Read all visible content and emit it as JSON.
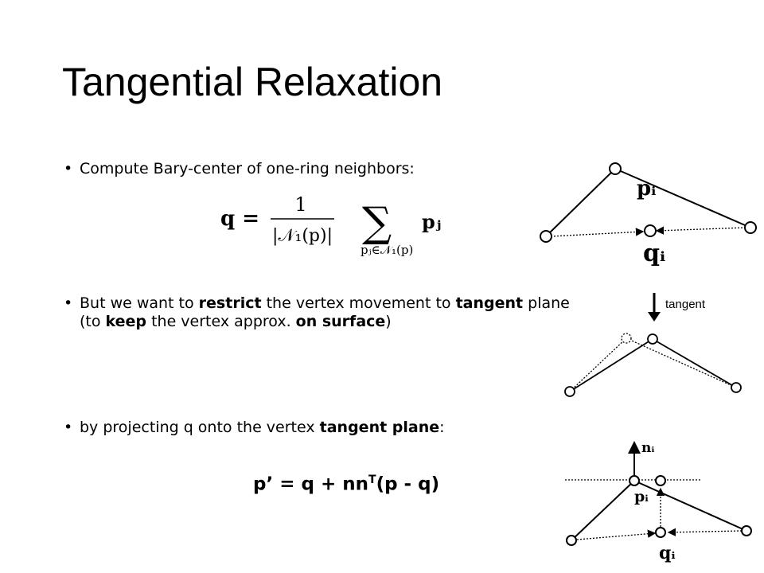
{
  "title": "Tangential Relaxation",
  "bullets": [
    {
      "parts": [
        "Compute Bary-center of one-ring neighbors:"
      ]
    },
    {
      "line1_a": "But we want to ",
      "line1_b": "restrict",
      "line1_c": " the vertex movement to ",
      "line1_d": "tangent",
      "line1_e": " plane",
      "line2_a": "(to ",
      "line2_b": "keep",
      "line2_c": " the vertex approx. ",
      "line2_d": "on surface",
      "line2_e": ")"
    },
    {
      "a": "by projecting q onto the vertex ",
      "b": "tangent plane",
      "c": ":"
    }
  ],
  "bary_formula": {
    "lhs": "q =",
    "numerator": "1",
    "denominator": "|𝒩₁(p)|",
    "sum": "∑",
    "sum_sub": "pⱼ∈𝒩₁(p)",
    "term": "pⱼ"
  },
  "projection_formula": {
    "a": "p’ = q + nn",
    "sup": "T",
    "b": "(p - q)"
  },
  "diagram_labels": {
    "top_p": "pᵢ",
    "top_q": "qᵢ",
    "arrow_label": "tangent",
    "bottom_n": "nᵢ",
    "bottom_p": "pᵢ",
    "bottom_q": "qᵢ"
  }
}
